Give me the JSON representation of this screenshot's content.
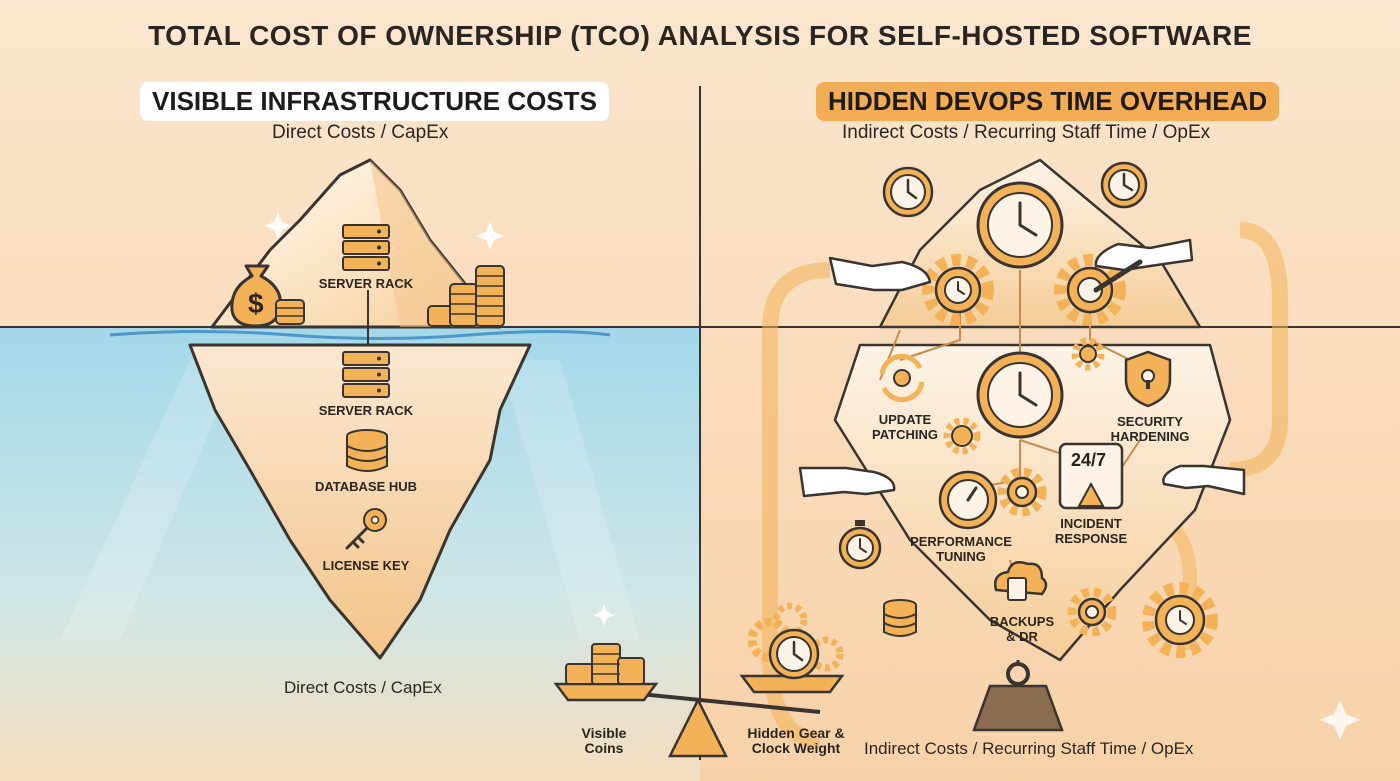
{
  "title": "TOTAL COST OF OWNERSHIP (TCO) ANALYSIS FOR SELF-HOSTED SOFTWARE",
  "left": {
    "heading": "VISIBLE INFRASTRUCTURE COSTS",
    "subheading": "Direct Costs / CapEx",
    "footer": "Direct Costs / CapEx",
    "items": [
      "SERVER RACK",
      "SERVER RACK",
      "DATABASE HUB",
      "LICENSE KEY"
    ],
    "dollar_symbol": "$"
  },
  "right": {
    "heading": "HIDDEN DEVOPS TIME OVERHEAD",
    "subheading": "Indirect Costs / Recurring Staff Time / OpEx",
    "footer": "Indirect Costs / Recurring Staff Time / OpEx",
    "items": {
      "update": [
        "UPDATE",
        "PATCHING"
      ],
      "security": [
        "SECURITY",
        "HARDENING"
      ],
      "incident_badge": "24/7",
      "incident": [
        "INCIDENT",
        "RESPONSE"
      ],
      "performance": [
        "PERFORMANCE",
        "TUNING"
      ],
      "backups": [
        "BACKUPS",
        "& DR"
      ]
    }
  },
  "scale": {
    "left_label": [
      "Visible",
      "Coins"
    ],
    "right_label": [
      "Hidden Gear &",
      "Clock Weight"
    ]
  },
  "colors": {
    "accent_orange": "#f4ad57",
    "ice": "#fbe9d3",
    "water": "#a9dbe9",
    "outline": "#3a3430",
    "gold": "#f3b257"
  }
}
